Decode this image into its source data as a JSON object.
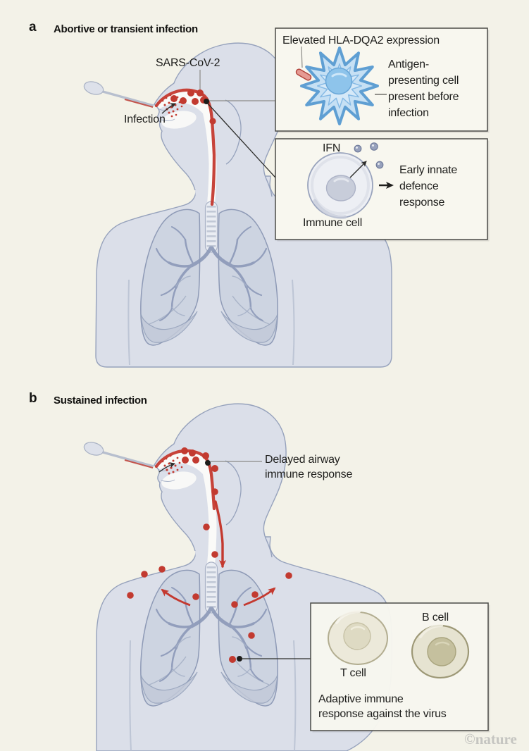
{
  "colors": {
    "background": "#f3f2e8",
    "callout_fill": "#f8f7ef",
    "callout_border": "#4b4b47",
    "body_fill": "#dbdfe9",
    "body_outline": "#96a2bc",
    "lung_fill": "#ccd2e0",
    "infection_red": "#c4392f",
    "apc_cell_blue": "#c6e0f4",
    "immune_cell_grey": "#edeff4",
    "ifn_dot_grey": "#97a1bc",
    "t_cell_beige": "#ece9da",
    "b_cell_beige": "#e6e3d1",
    "watermark_grey": "#c5c5c1"
  },
  "panel_a": {
    "label": "a",
    "title": "Abortive or transient infection",
    "sars_label": "SARS-CoV-2",
    "infection_label": "Infection",
    "apc_box": {
      "title": "Elevated HLA-DQA2 expression",
      "desc_line1": "Antigen-",
      "desc_line2": "presenting cell",
      "desc_line3": "present before",
      "desc_line4": "infection"
    },
    "ifn_box": {
      "ifn_label": "IFN",
      "outcome_line1": "Early innate",
      "outcome_line2": "defence",
      "outcome_line3": "response",
      "cell_label": "Immune cell"
    }
  },
  "panel_b": {
    "label": "b",
    "title": "Sustained infection",
    "delayed_line1": "Delayed airway",
    "delayed_line2": "immune response",
    "adaptive_box": {
      "t_cell_label": "T cell",
      "b_cell_label": "B cell",
      "caption_line1": "Adaptive immune",
      "caption_line2": "response against the virus"
    }
  },
  "watermark": "©nature"
}
